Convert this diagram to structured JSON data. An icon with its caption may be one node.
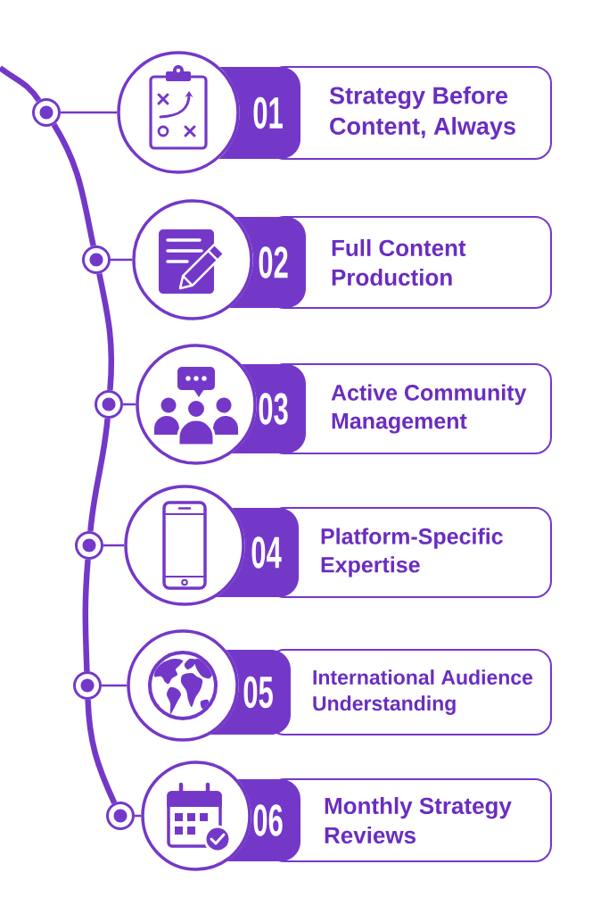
{
  "diagram": {
    "nodes": [
      {
        "text": [],
        "shape": "circle"
      },
      {
        "text": [],
        "shape": "circle"
      },
      {
        "text": [
          "01"
        ]
      },
      {
        "text": [
          "Strategy Before Content, Always"
        ]
      },
      {
        "text": [],
        "shape": "circle"
      },
      {
        "text": [],
        "shape": "circle"
      },
      {
        "text": [
          "02"
        ]
      },
      {
        "text": [
          "Full Content Production"
        ]
      },
      {
        "text": [],
        "shape": "circle"
      },
      {
        "text": [],
        "shape": "circle"
      },
      {
        "text": [
          "03"
        ]
      },
      {
        "text": [
          "Active Community Management"
        ]
      },
      {
        "text": [],
        "shape": "circle"
      },
      {
        "text": [],
        "shape": "circle"
      },
      {
        "text": [
          "04"
        ]
      },
      {
        "text": [
          "Platform-Specific Expertise"
        ]
      },
      {
        "text": [],
        "shape": "circle"
      },
      {
        "text": [],
        "shape": "circle"
      },
      {
        "text": [
          "05"
        ]
      },
      {
        "text": [
          "International Audience Understanding"
        ]
      },
      {
        "text": [],
        "shape": "circle"
      },
      {
        "text": [],
        "shape": "circle"
      },
      {
        "text": [
          "06"
        ]
      },
      {
        "text": [
          "Monthly Strategy Reviews"
        ]
      }
    ],
    "edges": [
      {
        "from": null,
        "to": 0,
        "arrow": "none",
        "style": "thick"
      },
      {
        "from": 0,
        "to": 4,
        "arrow": "none",
        "style": "thick"
      },
      {
        "from": 4,
        "to": 8,
        "arrow": "none",
        "style": "thick"
      },
      {
        "from": 8,
        "to": 12,
        "arrow": "none",
        "style": "thick"
      },
      {
        "from": 12,
        "to": 16,
        "arrow": "none",
        "style": "thick"
      },
      {
        "from": 16,
        "to": 20,
        "arrow": "none",
        "style": "thick"
      },
      {
        "from": 0,
        "to": 1,
        "arrow": "none"
      },
      {
        "from": 4,
        "to": 5,
        "arrow": "none"
      },
      {
        "from": 8,
        "to": 9,
        "arrow": "none"
      },
      {
        "from": 12,
        "to": 13,
        "arrow": "none"
      },
      {
        "from": 16,
        "to": 17,
        "arrow": "none"
      },
      {
        "from": 20,
        "to": 21,
        "arrow": "none"
      }
    ]
  }
}
